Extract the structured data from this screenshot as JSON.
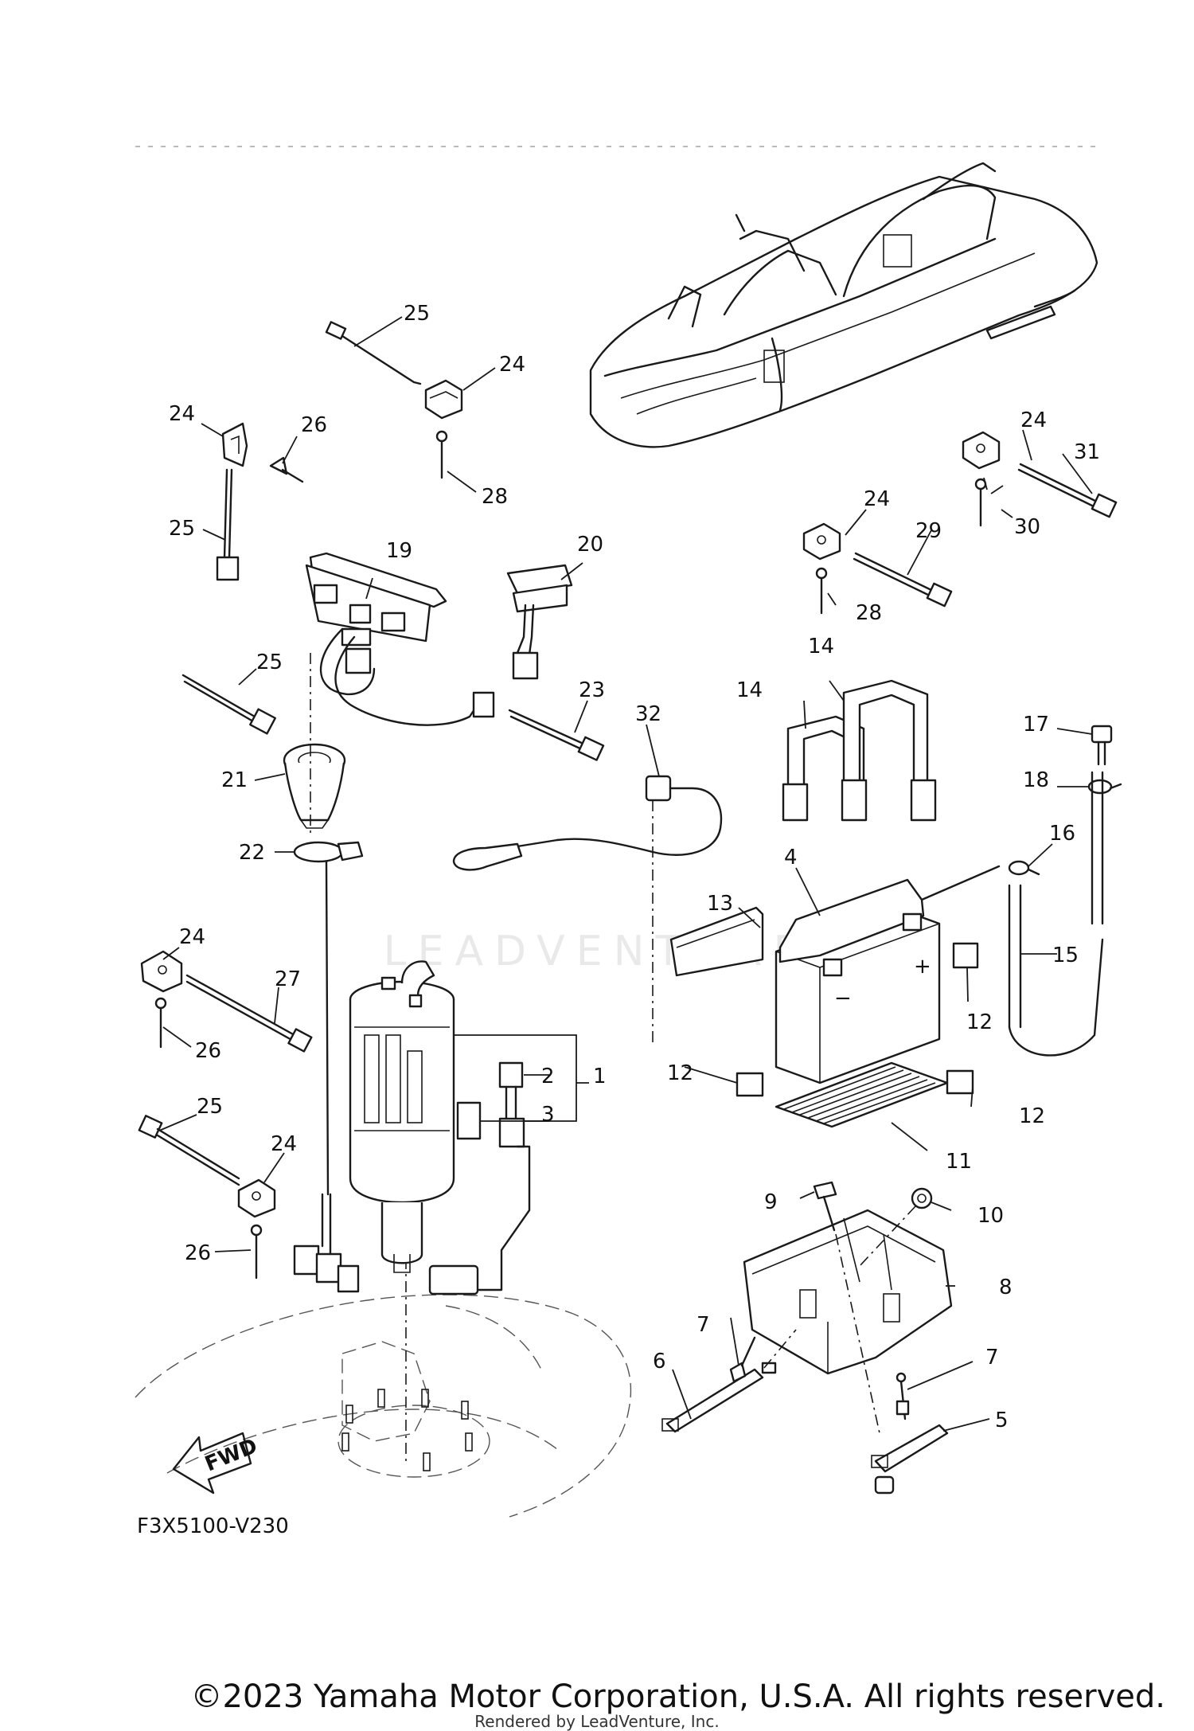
{
  "diagram_code": "F3X5100-V230",
  "watermark": "LEADVENTURE",
  "copyright": "©2023 Yamaha Motor Corporation, U.S.A. All rights reserved.",
  "rendered_by": "Rendered by LeadVenture, Inc.",
  "fwd_label": "FWD",
  "labels": {
    "p1": "1",
    "p2": "2",
    "p3": "3",
    "p4": "4",
    "p5": "5",
    "p6": "6",
    "p7a": "7",
    "p7b": "7",
    "p8": "8",
    "p9": "9",
    "p10": "10",
    "p11": "11",
    "p12a": "12",
    "p12b": "12",
    "p12c": "12",
    "p13": "13",
    "p14a": "14",
    "p14b": "14",
    "p15": "15",
    "p16": "16",
    "p17": "17",
    "p18": "18",
    "p19": "19",
    "p20": "20",
    "p21": "21",
    "p22": "22",
    "p23": "23",
    "p24a": "24",
    "p24b": "24",
    "p24c": "24",
    "p24d": "24",
    "p24e": "24",
    "p24f": "24",
    "p25a": "25",
    "p25b": "25",
    "p25c": "25",
    "p25d": "25",
    "p26a": "26",
    "p26b": "26",
    "p26c": "26",
    "p27": "27",
    "p28a": "28",
    "p28b": "28",
    "p29": "29",
    "p30": "30",
    "p31": "31",
    "p32": "32"
  }
}
